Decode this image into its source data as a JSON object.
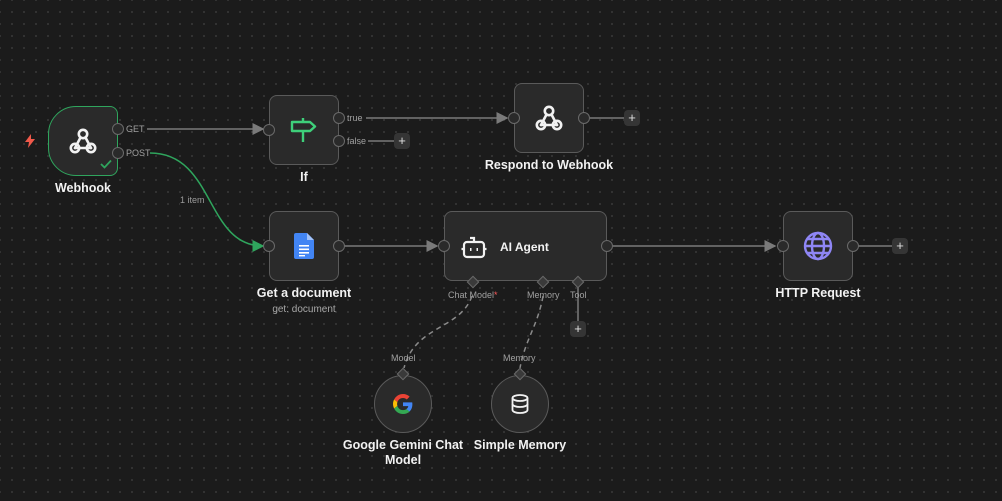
{
  "canvas": {
    "background": "#1b1b1b",
    "accent_success": "#2fa55d"
  },
  "nodes": {
    "webhook": {
      "label": "Webhook",
      "icon": "webhook-icon",
      "status": "success",
      "outputs": [
        "GET",
        "POST"
      ],
      "trigger_icon": "lightning-icon"
    },
    "if": {
      "label": "If",
      "icon": "signpost-icon",
      "outputs": [
        "true",
        "false"
      ]
    },
    "respond": {
      "label": "Respond to Webhook",
      "icon": "webhook-icon"
    },
    "get_doc": {
      "label": "Get a document",
      "sublabel": "get: document",
      "icon": "google-docs-icon"
    },
    "agent": {
      "label": "AI Agent",
      "icon": "robot-icon",
      "ports": {
        "chat_model": "Chat Model",
        "chat_model_required": "*",
        "memory": "Memory",
        "tool": "Tool"
      }
    },
    "http": {
      "label": "HTTP Request",
      "icon": "globe-icon"
    },
    "gemini": {
      "label_line1": "Google Gemini Chat",
      "label_line2": "Model",
      "port": "Model",
      "icon": "google-icon"
    },
    "memory": {
      "label": "Simple Memory",
      "port": "Memory",
      "icon": "database-icon"
    }
  },
  "edges": {
    "post_to_doc_label": "1 item"
  },
  "add_button_glyph": "+"
}
